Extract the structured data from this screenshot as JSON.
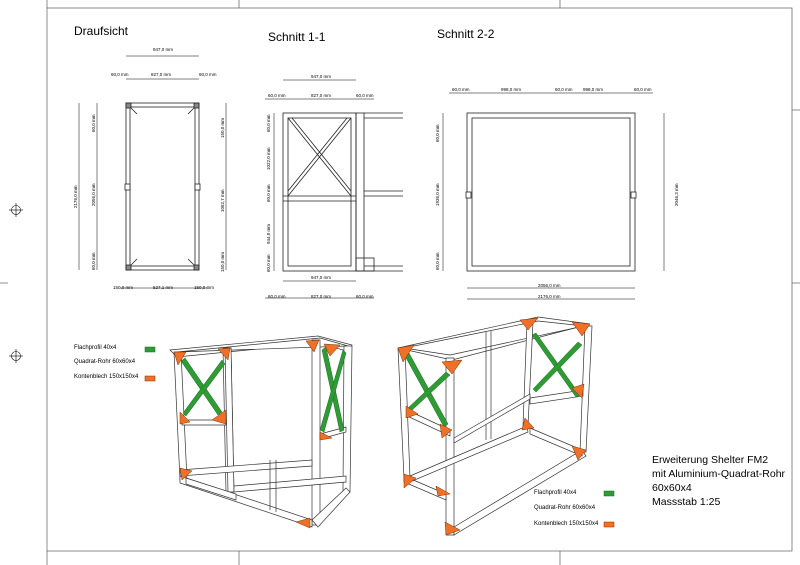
{
  "views": {
    "top": "Draufsicht",
    "section1": "Schnitt 1-1",
    "section2": "Schnitt 2-2"
  },
  "dims": {
    "top_947": "947,0 mm",
    "top_60a": "60,0 mm",
    "top_827": "827,0 mm",
    "top_60b": "60,0 mm",
    "top_v60a": "60,0 mm",
    "top_v2056": "2056,0 mm",
    "top_v2176": "2176,0 mm",
    "top_v60b": "60,0 mm",
    "top_vr1": "150,0 mm",
    "top_vr2": "1062,7 mm",
    "top_vr3": "150,0 mm",
    "top_b150a": "150,0 mm",
    "top_b527": "527,1 mm",
    "top_b150b": "150,0 mm",
    "s1_947": "947,0 mm",
    "s1_60a": "60,0 mm",
    "s1_827": "827,0 mm",
    "s1_60b": "60,0 mm",
    "s1_v60a": "60,0 mm",
    "s1_v1022": "1022,0 mm",
    "s1_v60b": "60,0 mm",
    "s1_v944": "944,0 mm",
    "s1_v60c": "60,0 mm",
    "s1_b947": "947,0 mm",
    "s1_b60a": "60,0 mm",
    "s1_b827": "827,0 mm",
    "s1_b60b": "60,0 mm",
    "s2_60a": "60,0 mm",
    "s2_998a": "998,0 mm",
    "s2_60b": "60,0 mm",
    "s2_998b": "998,0 mm",
    "s2_60c": "60,0 mm",
    "s2_v60a": "60,0 mm",
    "s2_v1936": "1936,0 mm",
    "s2_v60b": "60,0 mm",
    "s2_vr": "2046,3 mm",
    "s2_b2056": "2056,0 mm",
    "s2_b2176": "2176,0 mm"
  },
  "legend_left": [
    {
      "label": "Flachprofil 40x4",
      "color": "#2e9b35"
    },
    {
      "label": "Quadrat-Rohr 60x60x4",
      "color": ""
    },
    {
      "label": "Kontenblech 150x150x4",
      "color": "#f07028"
    }
  ],
  "legend_right": [
    {
      "label": "Flachprofil 40x4",
      "color": "#2e9b35"
    },
    {
      "label": "Quadrat-Rohr 60x60x4",
      "color": ""
    },
    {
      "label": "Kontenblech 150x150x4",
      "color": "#f07028"
    }
  ],
  "info": {
    "line1": "Erweiterung Shelter FM2",
    "line2": "mit Aluminium-Quadrat-Rohr",
    "line3": "60x60x4",
    "line4": "Massstab 1:25"
  },
  "colors": {
    "green": "#2e9b35",
    "orange": "#f07028",
    "frame": "#333333"
  }
}
